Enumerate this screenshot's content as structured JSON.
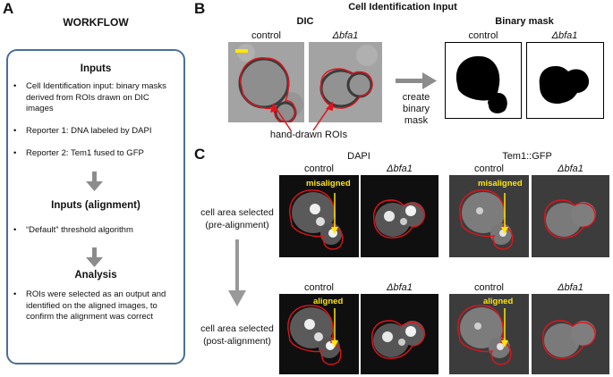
{
  "panel_labels": {
    "a": "A",
    "b": "B",
    "c": "C"
  },
  "workflow": {
    "title": "WORKFLOW",
    "inputs_heading": "Inputs",
    "inputs": [
      "Cell Identification input: binary masks derived from ROIs drawn on DIC images",
      "Reporter 1: DNA labeled by DAPI",
      "Reporter 2: Tem1 fused to GFP"
    ],
    "alignment_heading": "Inputs (alignment)",
    "alignment": [
      "“Default” threshold algorithm"
    ],
    "analysis_heading": "Analysis",
    "analysis": [
      "ROIs were selected as an output and identified on the aligned images, to confirm the alignment was correct"
    ]
  },
  "panel_b": {
    "title": "Cell Identification Input",
    "dic_heading": "DIC",
    "mask_heading": "Binary mask",
    "control": "control",
    "mutant": "Δbfa1",
    "rois_label": "hand-drawn ROIs",
    "create_label": "create\nbinary\nmask"
  },
  "panel_c": {
    "dapi_heading": "DAPI",
    "gfp_heading": "Tem1::GFP",
    "control": "control",
    "mutant": "Δbfa1",
    "pre_label": "cell area selected\n(pre-alignment)",
    "post_label": "cell area selected\n(post-alignment)",
    "misaligned": "misaligned",
    "aligned": "aligned"
  },
  "colors": {
    "roi": "#e3131b",
    "annotation": "#ffe600",
    "frame": "#4a6f99",
    "arrow": "#999999"
  }
}
